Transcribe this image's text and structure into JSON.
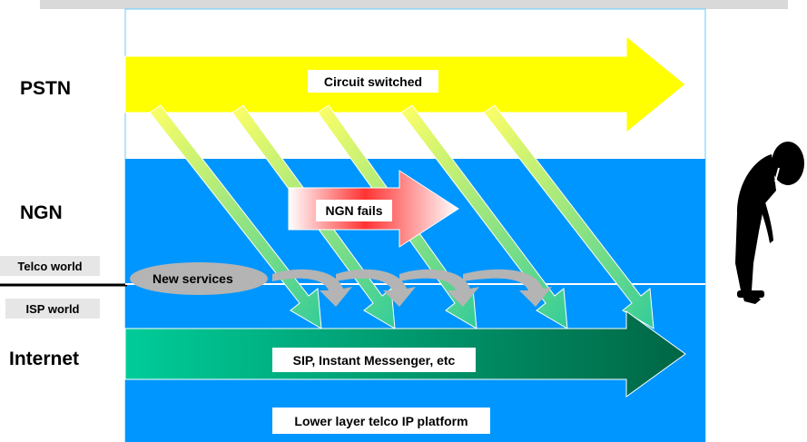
{
  "sidebar": {
    "pstn": "PSTN",
    "ngn": "NGN",
    "internet": "Internet",
    "telco_world": "Telco world",
    "isp_world": "ISP world"
  },
  "diagram": {
    "circuit_label": "Circuit switched",
    "ngn_label": "NGN fails",
    "new_services_label": "New services",
    "sip_label": "SIP, Instant  Messenger, etc",
    "platform_label": "Lower layer telco IP platform"
  },
  "colors": {
    "header_bar": "#d9d9d9",
    "blue_band": "#0096ff",
    "circuit_arrow": "#ffff00",
    "grey_services": "#b4b4b4"
  },
  "icons": {
    "figure": "dejected-person-figure"
  }
}
